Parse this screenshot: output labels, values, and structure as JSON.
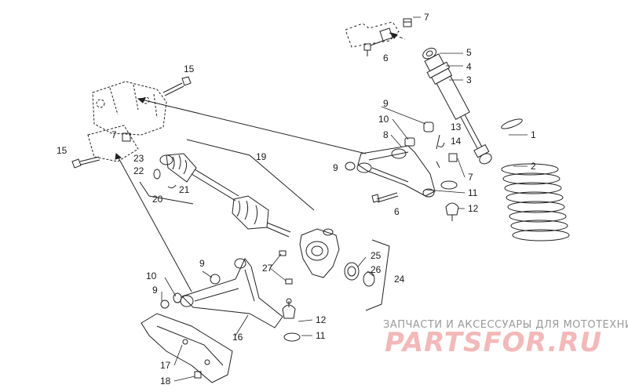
{
  "diagram": {
    "callouts": {
      "c1": "1",
      "c2": "2",
      "c3": "3",
      "c4": "4",
      "c5": "5",
      "c6a": "6",
      "c6b": "6",
      "c7a": "7",
      "c7b": "7",
      "c7c": "7",
      "c8": "8",
      "c9a": "9",
      "c9b": "9",
      "c9c": "9",
      "c9d": "9",
      "c10a": "10",
      "c10b": "10",
      "c11a": "11",
      "c11b": "11",
      "c12a": "12",
      "c12b": "12",
      "c13": "13",
      "c14": "14",
      "c15a": "15",
      "c15b": "15",
      "c16": "16",
      "c17": "17",
      "c18": "18",
      "c19": "19",
      "c20": "20",
      "c21": "21",
      "c22": "22",
      "c23": "23",
      "c24": "24",
      "c25": "25",
      "c26": "26",
      "c27": "27"
    }
  },
  "watermark": {
    "tagline": "ЗАПЧАСТИ И АКСЕССУАРЫ ДЛЯ МОТОТЕХНИКИ",
    "logo": "PARTSFOR.RU"
  }
}
